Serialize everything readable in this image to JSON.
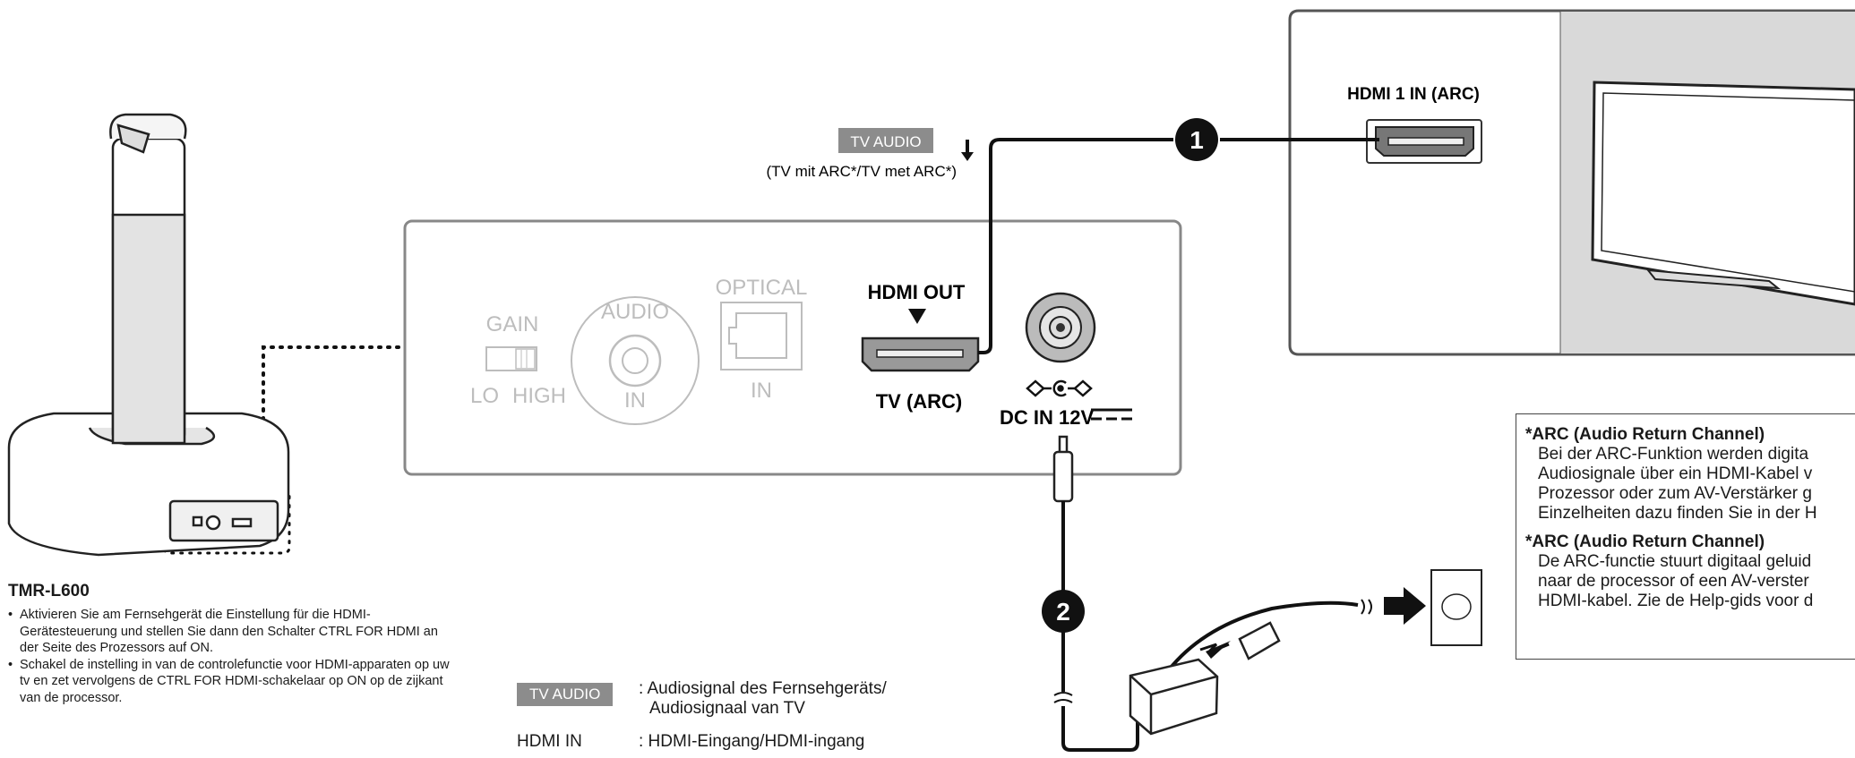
{
  "product": {
    "model": "TMR-L600",
    "instructions": [
      "Aktivieren Sie am Fernsehgerät die Einstellung für die HDMI-Gerätesteuerung und stellen Sie dann den Schalter CTRL FOR HDMI an der Seite des Prozessors auf ON.",
      "Schakel de instelling in van de controlefunctie voor HDMI-apparaten op uw tv en zet vervolgens de CTRL FOR HDMI-schakelaar op ON op de zijkant van de processor."
    ]
  },
  "panel": {
    "gain_label": "GAIN",
    "gain_lo": "LO",
    "gain_high": "HIGH",
    "audio_label": "AUDIO",
    "audio_in": "IN",
    "optical_label": "OPTICAL",
    "optical_in": "IN",
    "hdmi_out_label": "HDMI OUT",
    "tv_arc_label": "TV (ARC)",
    "dc_in_label": "DC IN 12V"
  },
  "signal": {
    "tv_audio_tag": "TV AUDIO",
    "tv_audio_note": "(TV mit ARC*/TV met ARC*)"
  },
  "steps": [
    "1",
    "2"
  ],
  "tv": {
    "hdmi_in_label": "HDMI 1 IN (ARC)"
  },
  "arc_note": {
    "de_title": "ARC (Audio Return Channel)",
    "de_lines": [
      "Bei der ARC-Funktion werden digita",
      "Audiosignale über ein HDMI-Kabel v",
      "Prozessor oder zum AV-Verstärker g",
      "Einzelheiten dazu finden Sie in der H"
    ],
    "nl_title": "ARC (Audio Return Channel)",
    "nl_lines": [
      "De ARC-functie stuurt digitaal geluid",
      "naar de processor of een AV-verster",
      "HDMI-kabel. Zie de Help-gids voor d"
    ]
  },
  "legend": [
    {
      "term": "TV AUDIO",
      "desc_line1": ": Audiosignal des Fernsehgeräts/",
      "desc_line2": "Audiosignaal van TV"
    },
    {
      "term": "HDMI IN",
      "desc_line1": ": HDMI-Eingang/HDMI-ingang",
      "desc_line2": ""
    }
  ],
  "colors": {
    "tag_gray": "#8c8c8c",
    "panel_faded": "#bdbdbd",
    "tv_bg": "#d9d9d9"
  }
}
